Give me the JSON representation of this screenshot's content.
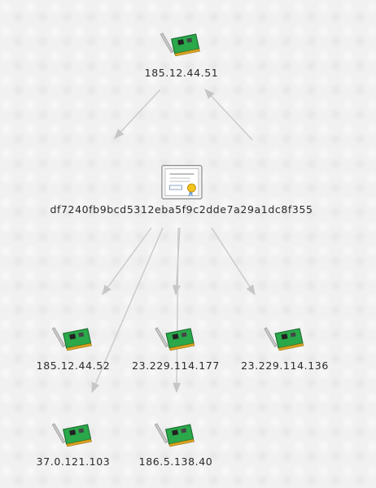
{
  "graph": {
    "ip_top": "185.12.44.51",
    "certificate_hash": "df7240fb9bcd5312eba5f9c2dde7a29a1dc8f355",
    "ip_row1_left": "185.12.44.52",
    "ip_row1_mid": "23.229.114.177",
    "ip_row1_right": "23.229.114.136",
    "ip_row2_left": "37.0.121.103",
    "ip_row2_mid": "186.5.138.40"
  },
  "icons": {
    "network_card": "network-card-icon",
    "certificate": "certificate-icon"
  },
  "colors": {
    "edge": "#c9c9c9",
    "card_pcb": "#2aa84a",
    "background": "#f1f1f1"
  }
}
